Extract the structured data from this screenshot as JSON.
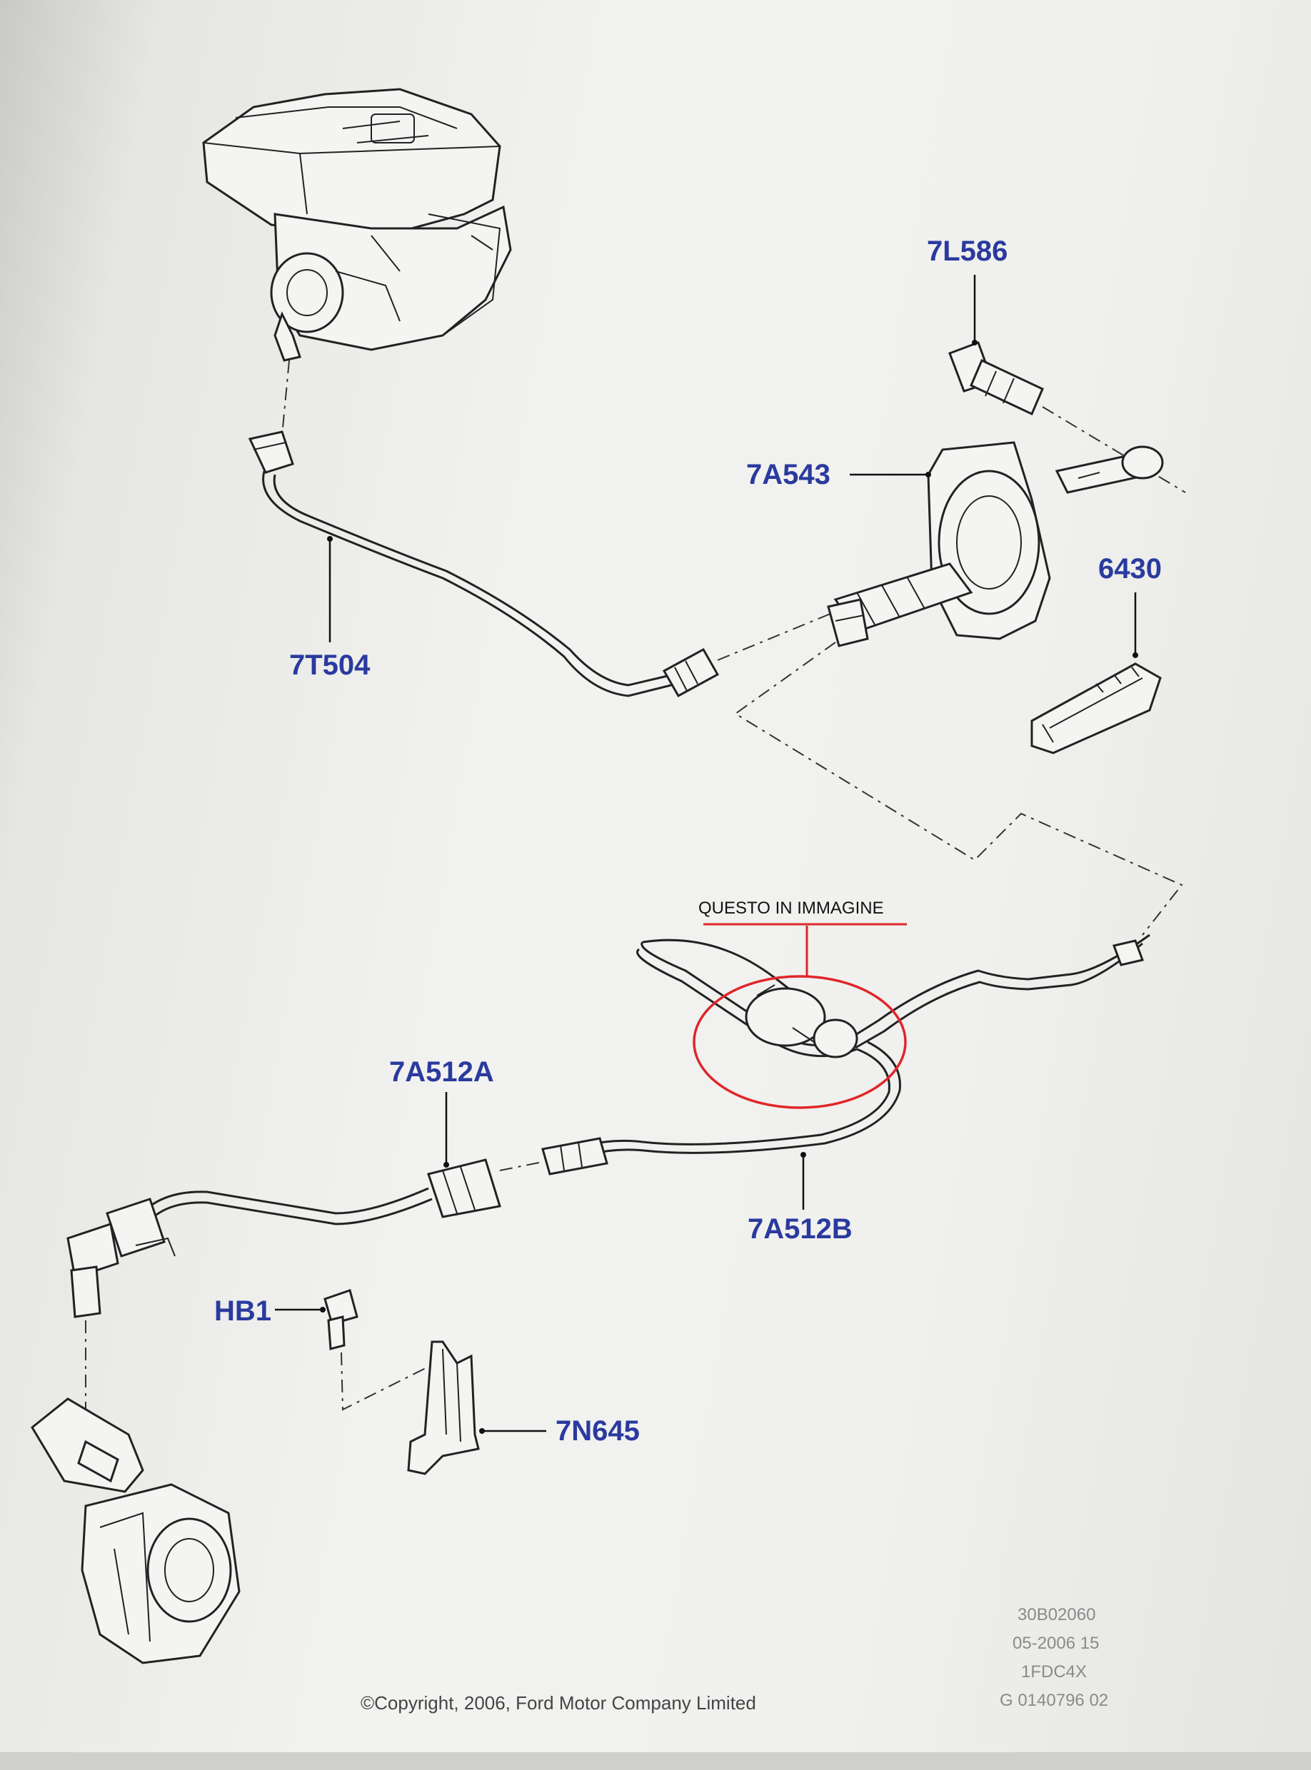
{
  "parts": {
    "7L586": "7L586",
    "7A543": "7A543",
    "6430": "6430",
    "7T504": "7T504",
    "7A512A": "7A512A",
    "7A512B": "7A512B",
    "HB1": "HB1",
    "7N645": "7N645"
  },
  "annotation": {
    "text": "QUESTO IN IMMAGINE",
    "color": "#e0262a"
  },
  "footer": {
    "copyright": "©Copyright, 2006, Ford Motor Company Limited",
    "meta_lines": [
      "30B02060",
      "05-2006 15",
      "1FDC4X",
      "G 0140796 02"
    ]
  },
  "colors": {
    "label": "#2a3a9e",
    "line": "#222222"
  }
}
